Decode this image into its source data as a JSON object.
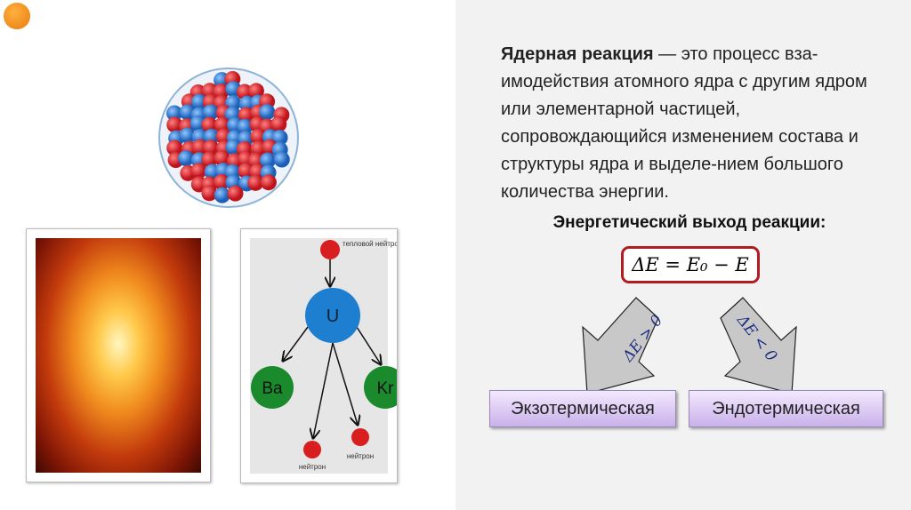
{
  "definition": {
    "term": "Ядерная реакция",
    "text": " — это процесс вза-имодействия атомного ядра с другим ядром или элементарной частицей, сопровождающийся изменением состава и структуры ядра и выделе-нием большого количества энергии."
  },
  "subheading": "Энергетический выход реакции:",
  "formula": "ΔE = E₀ − E",
  "arrows": {
    "left": "ΔE > 0",
    "right": "ΔE < 0"
  },
  "buttons": {
    "exo": "Экзотермическая",
    "endo": "Эндотермическая"
  },
  "diagram": {
    "thermal_neutron": "тепловой нейтрон",
    "uranium": "U",
    "barium": "Ba",
    "krypton": "Kr",
    "neutron": "нейтрон"
  }
}
